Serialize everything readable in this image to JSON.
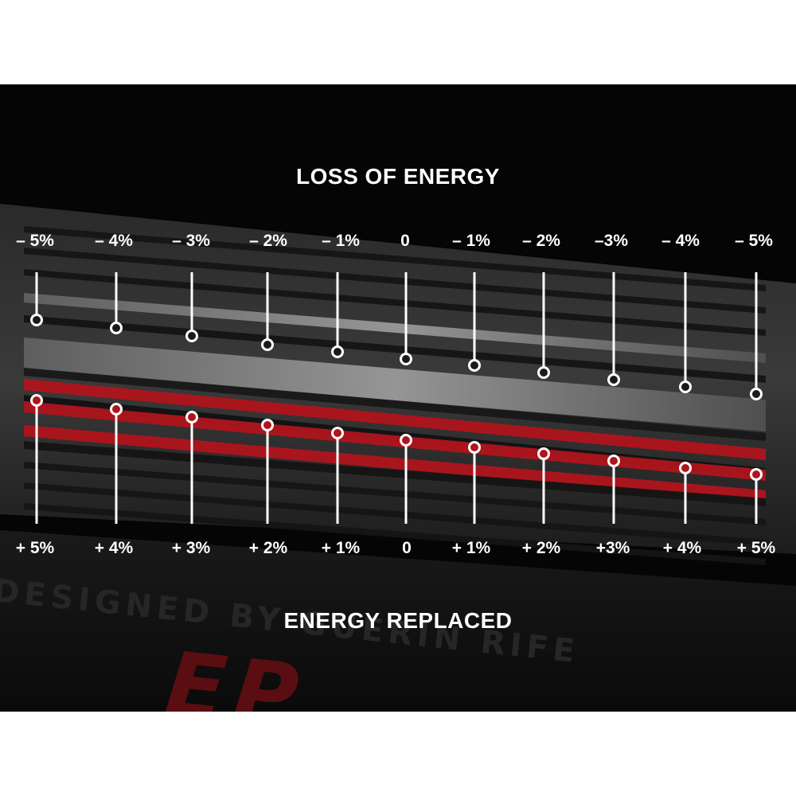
{
  "titles": {
    "top": "LOSS OF ENERGY",
    "bottom": "ENERGY REPLACED"
  },
  "engraving": {
    "text": "DESIGNED BY GUERIN RIFE",
    "logo": "EP"
  },
  "top_labels": [
    "– 5%",
    "– 4%",
    "– 3%",
    "– 2%",
    "– 1%",
    "0",
    "– 1%",
    "– 2%",
    "–3%",
    "– 4%",
    "– 5%"
  ],
  "bottom_labels": [
    "+ 5%",
    "+ 4%",
    "+ 3%",
    "+ 2%",
    "+ 1%",
    "0",
    "+ 1%",
    "+ 2%",
    "+3%",
    "+ 4%",
    "+ 5%"
  ],
  "colors": {
    "background": "#050505",
    "text": "#ffffff",
    "groove_red": "#b0141c",
    "groove_gray": "#8a8a8a"
  }
}
